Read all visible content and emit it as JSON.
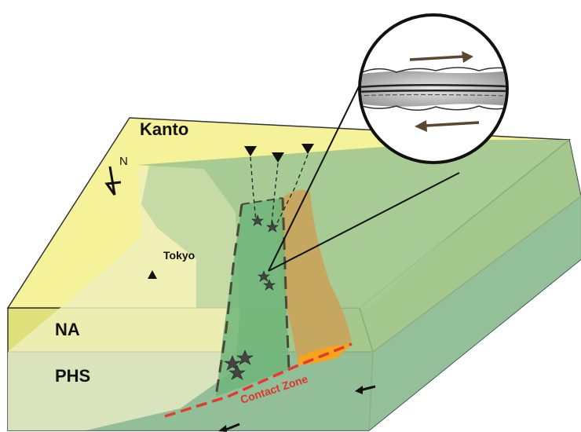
{
  "labels": {
    "kanto": "Kanto",
    "north": "N",
    "tokyo": "Tokyo",
    "na": "NA",
    "phs": "PHS",
    "contact_zone": "Contact Zone"
  },
  "colors": {
    "plate_top": "#f6f29a",
    "plate_side": "#e3e27d",
    "lower_block": "#63a3c8",
    "green_region": "#9fc58e",
    "light_region": "#eef0b5",
    "zone_green": "#6fb47a",
    "tan_region": "#c8a45c",
    "orange_patch": "#f7a31b",
    "contact_line": "#e23b2f",
    "contact_text": "#e2342c"
  },
  "icons": {
    "north_arrow": "north-arrow-icon",
    "tokyo_marker": "triangle-marker-icon",
    "stations": "station-triangle-icon",
    "events": "star-icon",
    "slip": "arrow-icon",
    "inset": "magnifier-circle-icon"
  }
}
